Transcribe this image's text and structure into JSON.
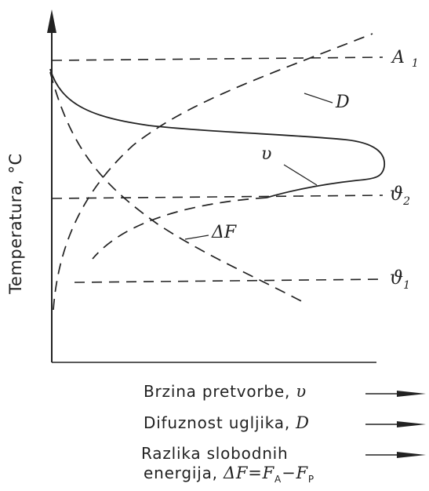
{
  "axis": {
    "y_label": "Temperatura, °C"
  },
  "lines": {
    "A1": {
      "label": "A",
      "sub": "1"
    },
    "theta2": {
      "label": "ϑ",
      "sub": "2"
    },
    "theta1": {
      "label": "ϑ",
      "sub": "1"
    }
  },
  "curves": {
    "D": {
      "label": "D"
    },
    "v": {
      "label": "υ"
    },
    "dF": {
      "label": "ΔF"
    }
  },
  "legend": {
    "row1": {
      "text": "Brzina pretvorbe, ",
      "sym": "υ"
    },
    "row2": {
      "text": "Difuznost ugljika, ",
      "sym": "D"
    },
    "row3a": {
      "text": "Razlika slobodnih"
    },
    "row3b": {
      "text": "energija, ",
      "formula": "ΔF=F",
      "sub_a": "A",
      "minus": "−F",
      "sub_p": "P"
    }
  },
  "colors": {
    "ink": "#222222"
  }
}
